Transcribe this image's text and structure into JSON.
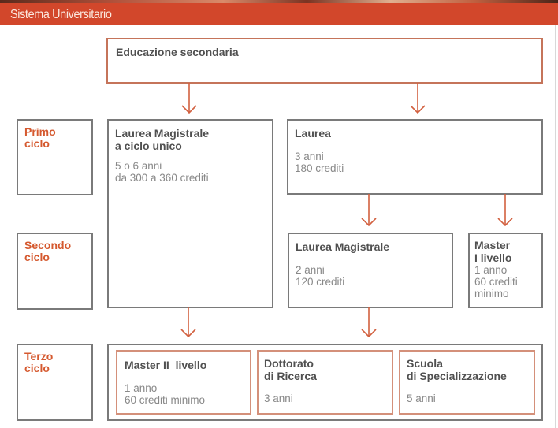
{
  "header": {
    "title": "Sistema Universitario"
  },
  "colors": {
    "header_bg": "#d2472b",
    "accent_orange": "#d5592f",
    "box_border_gray": "#7a7a7a",
    "box_border_orange": "#c5745a",
    "arrow": "#d2603f"
  },
  "diagram": {
    "top": {
      "title": "Educazione secondaria"
    },
    "cycles": [
      {
        "label_line1": "Primo",
        "label_line2": "ciclo"
      },
      {
        "label_line1": "Secondo",
        "label_line2": "ciclo"
      },
      {
        "label_line1": "Terzo",
        "label_line2": "ciclo"
      }
    ],
    "laurea_magistrale_ciclo_unico": {
      "title_line1": "Laurea Magistrale",
      "title_line2": "a ciclo unico",
      "detail_line1": "5 o 6 anni",
      "detail_line2": "da 300 a 360 crediti"
    },
    "laurea": {
      "title": "Laurea",
      "detail_line1": "3 anni",
      "detail_line2": "180 crediti"
    },
    "laurea_magistrale": {
      "title": "Laurea Magistrale",
      "detail_line1": "2 anni",
      "detail_line2": "120 crediti"
    },
    "master_primo": {
      "title_line1": "Master",
      "title_line2": "I livello",
      "detail_line1": "1 anno",
      "detail_line2": "60 crediti",
      "detail_line3": "minimo"
    },
    "terzo_ciclo": [
      {
        "title_line1": "Master II  livello",
        "title_line2": "",
        "detail_line1": "1 anno",
        "detail_line2": "60 crediti minimo"
      },
      {
        "title_line1": "Dottorato",
        "title_line2": "di Ricerca",
        "detail_line1": "3 anni",
        "detail_line2": ""
      },
      {
        "title_line1": "Scuola",
        "title_line2": "di Specializzazione",
        "detail_line1": "5 anni",
        "detail_line2": ""
      }
    ]
  }
}
